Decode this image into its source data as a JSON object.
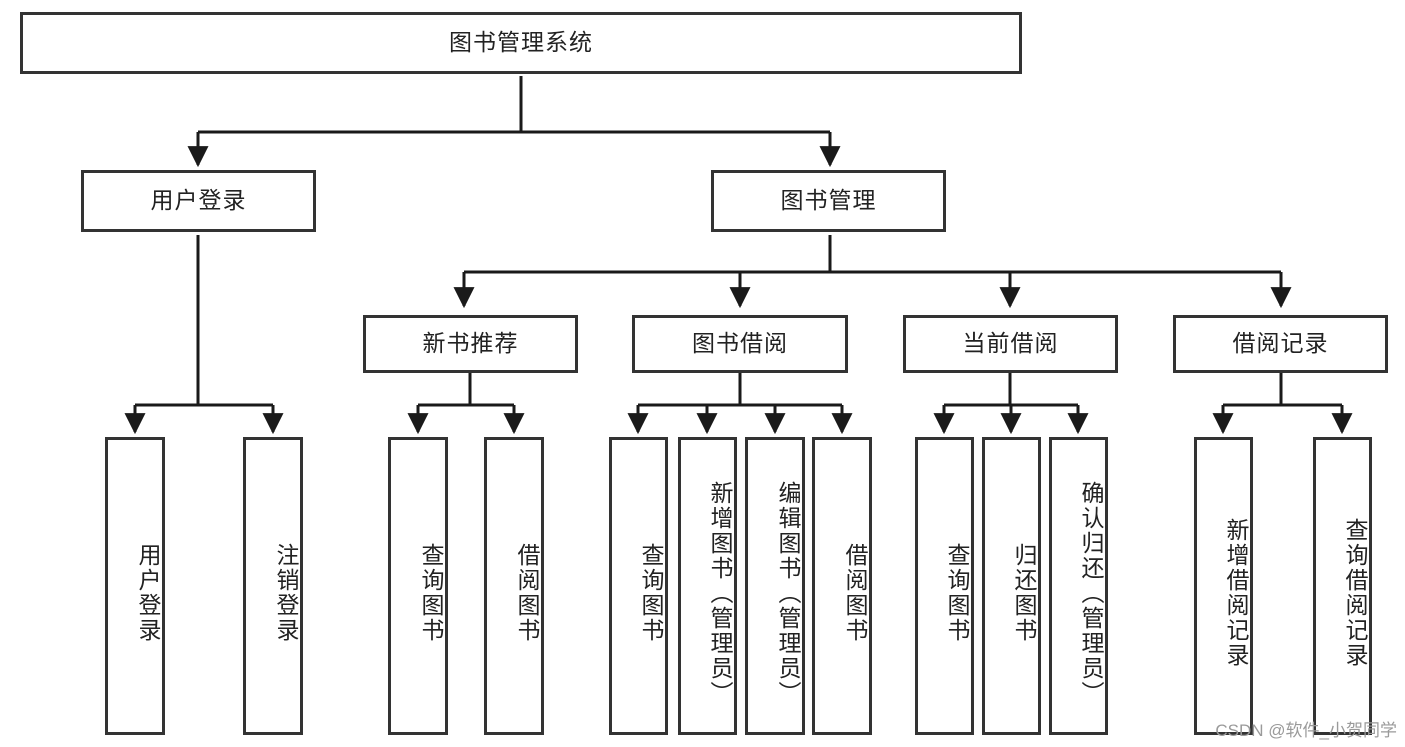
{
  "diagram": {
    "title": "图书管理系统",
    "watermark": "CSDN @软件_小贺同学",
    "colors": {
      "box_border": "#333333",
      "box_fill": "#ffffff",
      "edge": "#1a1a1a",
      "text": "#222222",
      "watermark": "#9a9a9a",
      "background": "#ffffff"
    },
    "root": {
      "label": "图书管理系统"
    },
    "level2": [
      {
        "label": "用户登录"
      },
      {
        "label": "图书管理"
      }
    ],
    "level3": [
      {
        "label": "新书推荐"
      },
      {
        "label": "图书借阅"
      },
      {
        "label": "当前借阅"
      },
      {
        "label": "借阅记录"
      }
    ],
    "leaves": {
      "user_login": [
        {
          "label": "用户登录"
        },
        {
          "label": "注销登录"
        }
      ],
      "new_book": [
        {
          "label": "查询图书"
        },
        {
          "label": "借阅图书"
        }
      ],
      "book_borrow": [
        {
          "label": "查询图书"
        },
        {
          "label": "新增图书（管理员）"
        },
        {
          "label": "编辑图书（管理员）"
        },
        {
          "label": "借阅图书"
        }
      ],
      "current_borrow": [
        {
          "label": "查询图书"
        },
        {
          "label": "归还图书"
        },
        {
          "label": "确认归还（管理员）"
        }
      ],
      "borrow_record": [
        {
          "label": "新增借阅记录"
        },
        {
          "label": "查询借阅记录"
        }
      ]
    }
  }
}
